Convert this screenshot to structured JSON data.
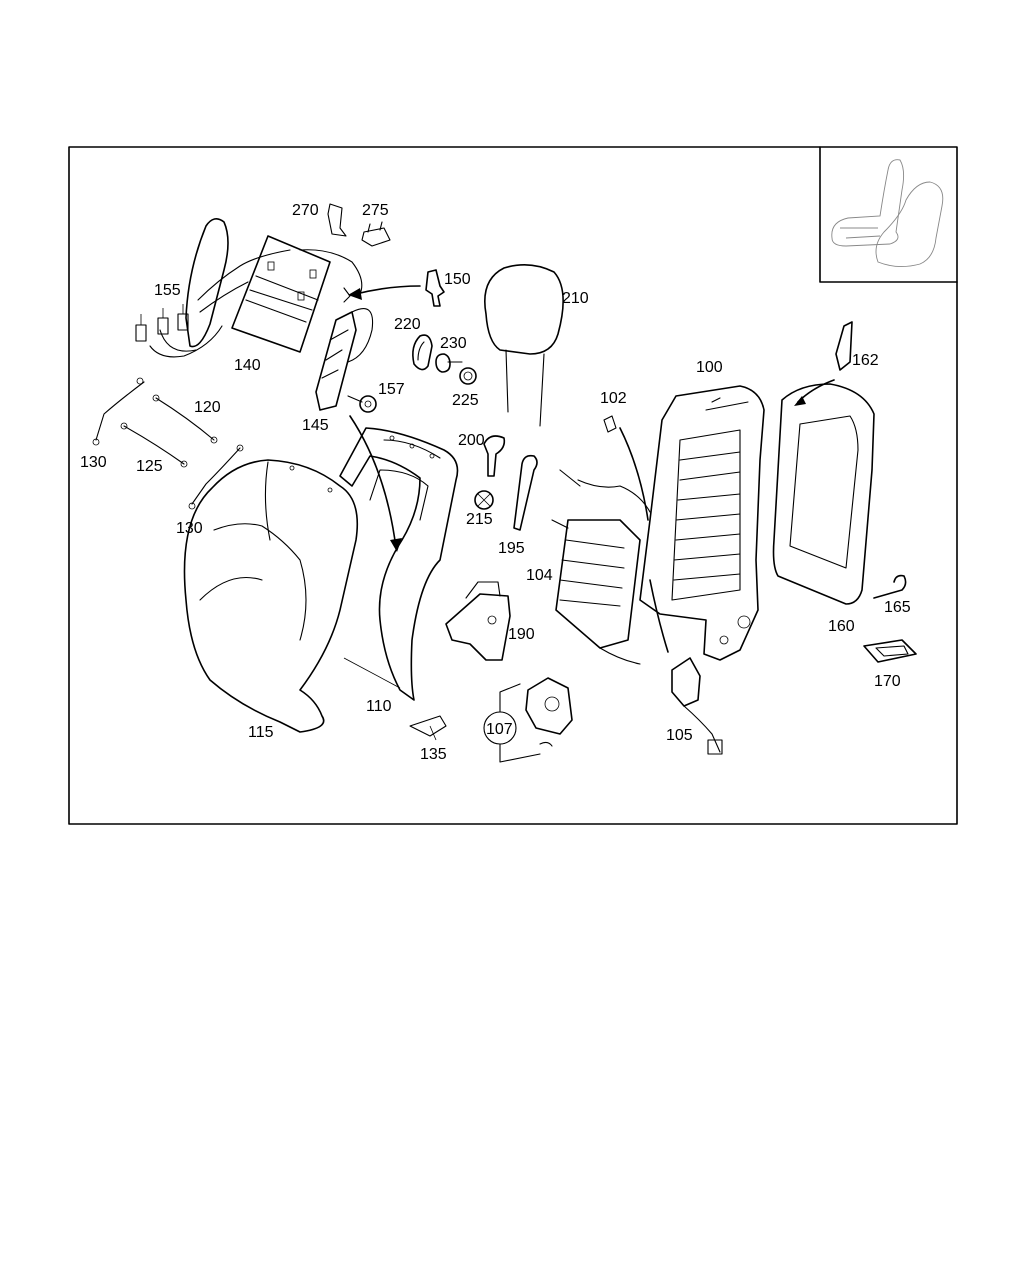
{
  "diagram": {
    "labels": [
      {
        "id": "270",
        "text": "270"
      },
      {
        "id": "275",
        "text": "275"
      },
      {
        "id": "150",
        "text": "150"
      },
      {
        "id": "210",
        "text": "210"
      },
      {
        "id": "155",
        "text": "155"
      },
      {
        "id": "220",
        "text": "220"
      },
      {
        "id": "230",
        "text": "230"
      },
      {
        "id": "140",
        "text": "140"
      },
      {
        "id": "100",
        "text": "100"
      },
      {
        "id": "162",
        "text": "162"
      },
      {
        "id": "157",
        "text": "157"
      },
      {
        "id": "225",
        "text": "225"
      },
      {
        "id": "102",
        "text": "102"
      },
      {
        "id": "145",
        "text": "145"
      },
      {
        "id": "120",
        "text": "120"
      },
      {
        "id": "200",
        "text": "200"
      },
      {
        "id": "130a",
        "text": "130"
      },
      {
        "id": "125",
        "text": "125"
      },
      {
        "id": "215",
        "text": "215"
      },
      {
        "id": "130b",
        "text": "130"
      },
      {
        "id": "195",
        "text": "195"
      },
      {
        "id": "104",
        "text": "104"
      },
      {
        "id": "165",
        "text": "165"
      },
      {
        "id": "160",
        "text": "160"
      },
      {
        "id": "190",
        "text": "190"
      },
      {
        "id": "170",
        "text": "170"
      },
      {
        "id": "110",
        "text": "110"
      },
      {
        "id": "115",
        "text": "115"
      },
      {
        "id": "107",
        "text": "107"
      },
      {
        "id": "105",
        "text": "105"
      },
      {
        "id": "135",
        "text": "135"
      }
    ]
  }
}
